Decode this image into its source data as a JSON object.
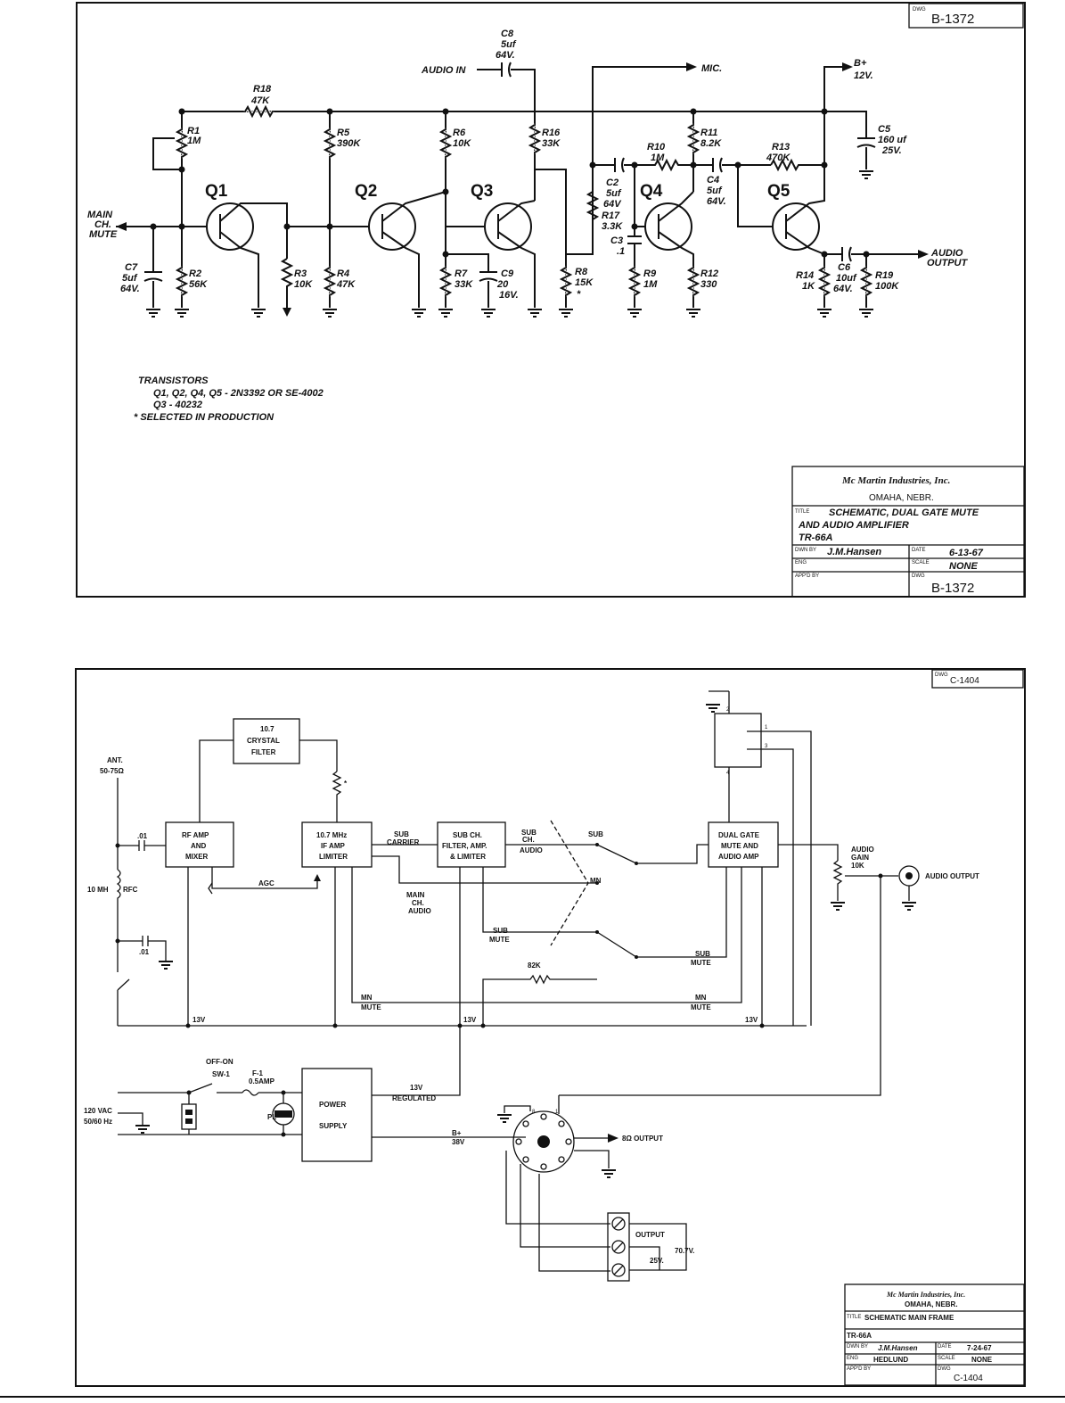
{
  "sheet1": {
    "dwg_corner": "B-1372",
    "title_block": {
      "company": "Mc Martin Industries, Inc.",
      "city": "OMAHA, NEBR.",
      "title_line1": "SCHEMATIC, DUAL GATE MUTE",
      "title_line2": "AND AUDIO AMPLIFIER",
      "title_line3": "TR-66A",
      "drawn_by": "J.M.Hansen",
      "date": "6-13-67",
      "scale": "NONE",
      "dwg": "B-1372",
      "field_title": "TITLE",
      "field_dwn": "DWN BY",
      "field_eng": "ENG",
      "field_appd": "APP'D BY",
      "field_date": "DATE",
      "field_scale": "SCALE",
      "field_dwg": "DWG"
    },
    "transistors": [
      "Q1",
      "Q2",
      "Q3",
      "Q4",
      "Q5"
    ],
    "labels": {
      "audio_in": "AUDIO IN",
      "mic": "MIC.",
      "b_plus": "B+",
      "b_plus_v": "12V.",
      "main_ch_mute_1": "MAIN",
      "main_ch_mute_2": "CH.",
      "main_ch_mute_3": "MUTE",
      "audio_output_1": "AUDIO",
      "audio_output_2": "OUTPUT"
    },
    "components": {
      "c8": [
        "C8",
        "5uf",
        "64V."
      ],
      "r18": [
        "R18",
        "47K"
      ],
      "r1": [
        "R1",
        "1M"
      ],
      "r5": [
        "R5",
        "390K"
      ],
      "r6": [
        "R6",
        "10K"
      ],
      "r16": [
        "R16",
        "33K"
      ],
      "r10": [
        "R10",
        "1M"
      ],
      "r11": [
        "R11",
        "8.2K"
      ],
      "r13": [
        "R13",
        "470K"
      ],
      "c5": [
        "C5",
        "160 uf",
        "25V."
      ],
      "c2": [
        "C2",
        "5uf",
        "64V"
      ],
      "r17": [
        "R17",
        "3.3K"
      ],
      "c3": [
        "C3",
        ".1"
      ],
      "c4": [
        "C4",
        "5uf",
        "64V."
      ],
      "c7": [
        "C7",
        "5uf",
        "64V."
      ],
      "r2": [
        "R2",
        "56K"
      ],
      "r3": [
        "R3",
        "10K"
      ],
      "r4": [
        "R4",
        "47K"
      ],
      "r7": [
        "R7",
        "33K"
      ],
      "c9": [
        "C9",
        "20",
        "16V."
      ],
      "r8": [
        "R8",
        "15K",
        "*"
      ],
      "r9": [
        "R9",
        "1M"
      ],
      "r12": [
        "R12",
        "330"
      ],
      "r14": [
        "R14",
        "1K"
      ],
      "c6": [
        "C6",
        "10uf",
        "64V."
      ],
      "r19": [
        "R19",
        "100K"
      ]
    },
    "notes": [
      "TRANSISTORS",
      "Q1, Q2, Q4, Q5 - 2N3392 OR SE-4002",
      "Q3 - 40232",
      "* SELECTED IN PRODUCTION"
    ]
  },
  "sheet2": {
    "dwg_corner": "C-1404",
    "blocks": {
      "crystal": [
        "10.7",
        "CRYSTAL",
        "FILTER"
      ],
      "rf": [
        "RF AMP",
        "AND",
        "MIXER"
      ],
      "if": [
        "10.7 MHz",
        "IF AMP",
        "LIMITER"
      ],
      "sub": [
        "SUB CH.",
        "FILTER, AMP.",
        "& LIMITER"
      ],
      "dual": [
        "DUAL GATE",
        "MUTE AND",
        "AUDIO AMP"
      ],
      "power": [
        "POWER",
        "SUPPLY"
      ]
    },
    "labels": {
      "ant_1": "ANT.",
      "ant_2": "50-75Ω",
      "cap_01a": ".01",
      "cap_01b": ".01",
      "rfc": "10 MH",
      "rfc2": "RFC",
      "agc": "AGC",
      "sub_carrier_1": "SUB",
      "sub_carrier_2": "CARRIER",
      "sub_ch_audio": [
        "SUB",
        "CH.",
        "AUDIO"
      ],
      "main_ch_audio": [
        "MAIN",
        "CH.",
        "AUDIO"
      ],
      "sw_sub": "SUB",
      "sw_mn": "MN",
      "sub_mute_a": [
        "SUB",
        "MUTE"
      ],
      "sub_mute_b": [
        "SUB",
        "MUTE"
      ],
      "r82k": "82K",
      "mn_mute_a": [
        "MN",
        "MUTE"
      ],
      "mn_mute_b": [
        "MN",
        "MUTE"
      ],
      "v13_a": "13V",
      "v13_b": "13V",
      "v13_c": "13V",
      "audio_gain": [
        "AUDIO",
        "GAIN",
        "10K"
      ],
      "audio_output": "AUDIO OUTPUT",
      "off_on": "OFF-ON",
      "sw1": "SW-1",
      "fuse_1": "F-1",
      "fuse_2": "0.5AMP",
      "pl": "PL",
      "vac_1": "120 VAC",
      "vac_2": "50/60 Hz",
      "reg_1": "13V",
      "reg_2": "REGULATED",
      "bplus_1": "B+",
      "bplus_2": "38V",
      "out8": "8Ω OUTPUT",
      "socket_8": "8",
      "socket_1": "1",
      "output_tb": "OUTPUT",
      "v70": "70.7V.",
      "v25": "25V.",
      "relay_1": "1",
      "relay_2": "2",
      "relay_3": "3",
      "relay_4": "4",
      "star": "*"
    },
    "title_block": {
      "company": "Mc Martin Industries, Inc.",
      "city": "OMAHA, NEBR.",
      "title": "SCHEMATIC   MAIN FRAME",
      "model": "TR-66A",
      "drawn_by": "J.M.Hansen",
      "date": "7-24-67",
      "eng": "HEDLUND",
      "scale": "NONE",
      "dwg": "C-1404",
      "field_title": "TITLE",
      "field_dwn": "DWN BY",
      "field_eng": "ENG",
      "field_appd": "APP'D BY",
      "field_date": "DATE",
      "field_scale": "SCALE",
      "field_dwg": "DWG"
    }
  }
}
